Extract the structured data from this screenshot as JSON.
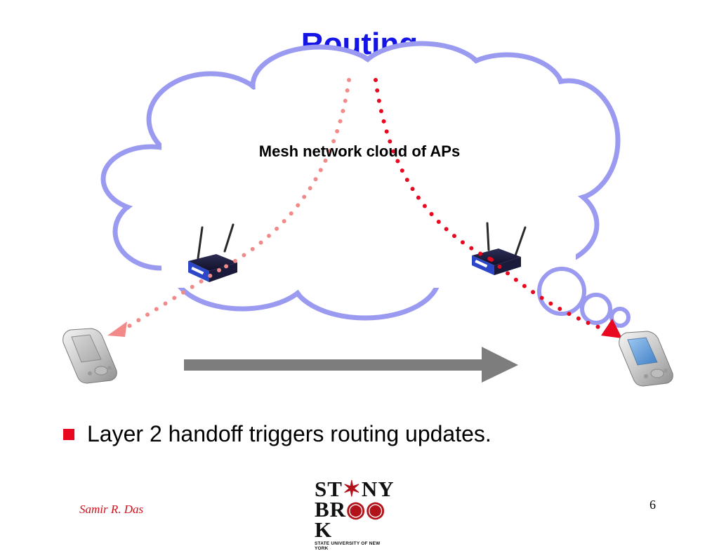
{
  "slide": {
    "title": "Routing",
    "cloud_label": "Mesh network cloud of APs",
    "bullet": "Layer 2 handoff triggers routing updates.",
    "author": "Samir R. Das",
    "page_number": "6"
  },
  "logo": {
    "line1_a": "ST",
    "line1_b": "NY",
    "line2_a": "BR",
    "line2_b": "K",
    "subtitle": "STATE UNIVERSITY OF NEW YORK"
  },
  "colors": {
    "title": "#1414e6",
    "cloud_stroke": "#9a9af0",
    "old_route": "#f28a8a",
    "new_route": "#e8081f",
    "movement_arrow": "#7d7d7d",
    "bullet": "#e8081f",
    "author": "#d0101c"
  },
  "icons": {
    "router": "wireless-router-icon",
    "handheld": "pda-icon",
    "mover": "right-arrow-icon"
  }
}
